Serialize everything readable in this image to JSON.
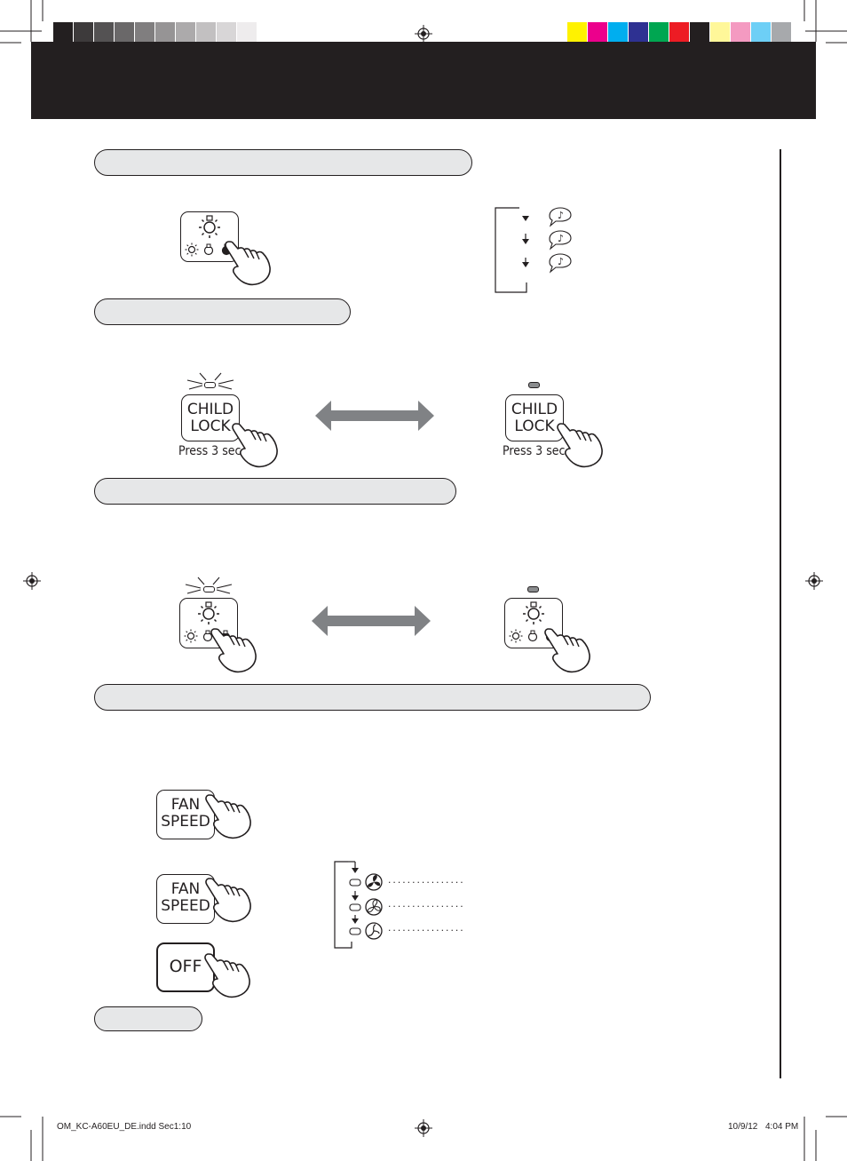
{
  "header": {
    "gray_swatches": [
      "#231f20",
      "#3d3a3b",
      "#545253",
      "#6a6869",
      "#807e7f",
      "#969495",
      "#acaaab",
      "#c2c0c1",
      "#d8d6d7",
      "#eeeced",
      "#ffffff"
    ],
    "color_swatches": [
      "#fff200",
      "#ec008c",
      "#00aeef",
      "#2e3192",
      "#00a651",
      "#ed1c24",
      "#231f20",
      "#fff799",
      "#f49ac1",
      "#6dcff6",
      "#a7a9ac"
    ]
  },
  "child_lock": {
    "button_line1": "CHILD",
    "button_line2": "LOCK",
    "press_label": "Press 3 sec."
  },
  "fan_speed": {
    "button_line1": "FAN",
    "button_line2": "SPEED",
    "off_label": "OFF",
    "dots": "................"
  },
  "footer": {
    "filename": "OM_KC-A60EU_DE.indd   Sec1:10",
    "date": "10/9/12",
    "time": "4:04 PM"
  }
}
